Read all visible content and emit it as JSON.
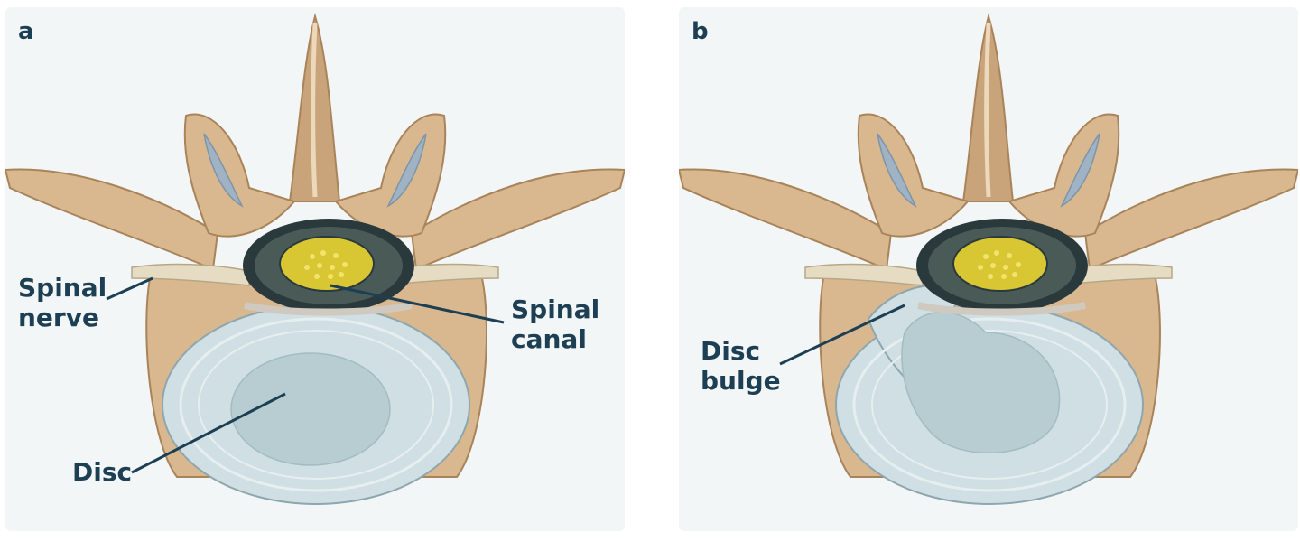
{
  "panels": [
    {
      "id": "a",
      "letter": "a",
      "labels": {
        "spinal_nerve": [
          "Spinal",
          "nerve"
        ],
        "spinal_canal": [
          "Spinal",
          "canal"
        ],
        "disc": [
          "Disc"
        ]
      }
    },
    {
      "id": "b",
      "letter": "b",
      "labels": {
        "disc_bulge": [
          "Disc",
          "bulge"
        ]
      }
    }
  ],
  "colors": {
    "bone": "#d9b88f",
    "bone_dark": "#a9835a",
    "bone_light": "#ecd8bb",
    "cartilage": "#9fb3c4",
    "disc_outer": "#cfdfe4",
    "disc_inner": "#b7cdd2",
    "cord_yellow": "#d8c733",
    "cord_dark": "#2a3a3c",
    "label": "#1d3f54",
    "panel_bg": "#f3f6f6"
  }
}
